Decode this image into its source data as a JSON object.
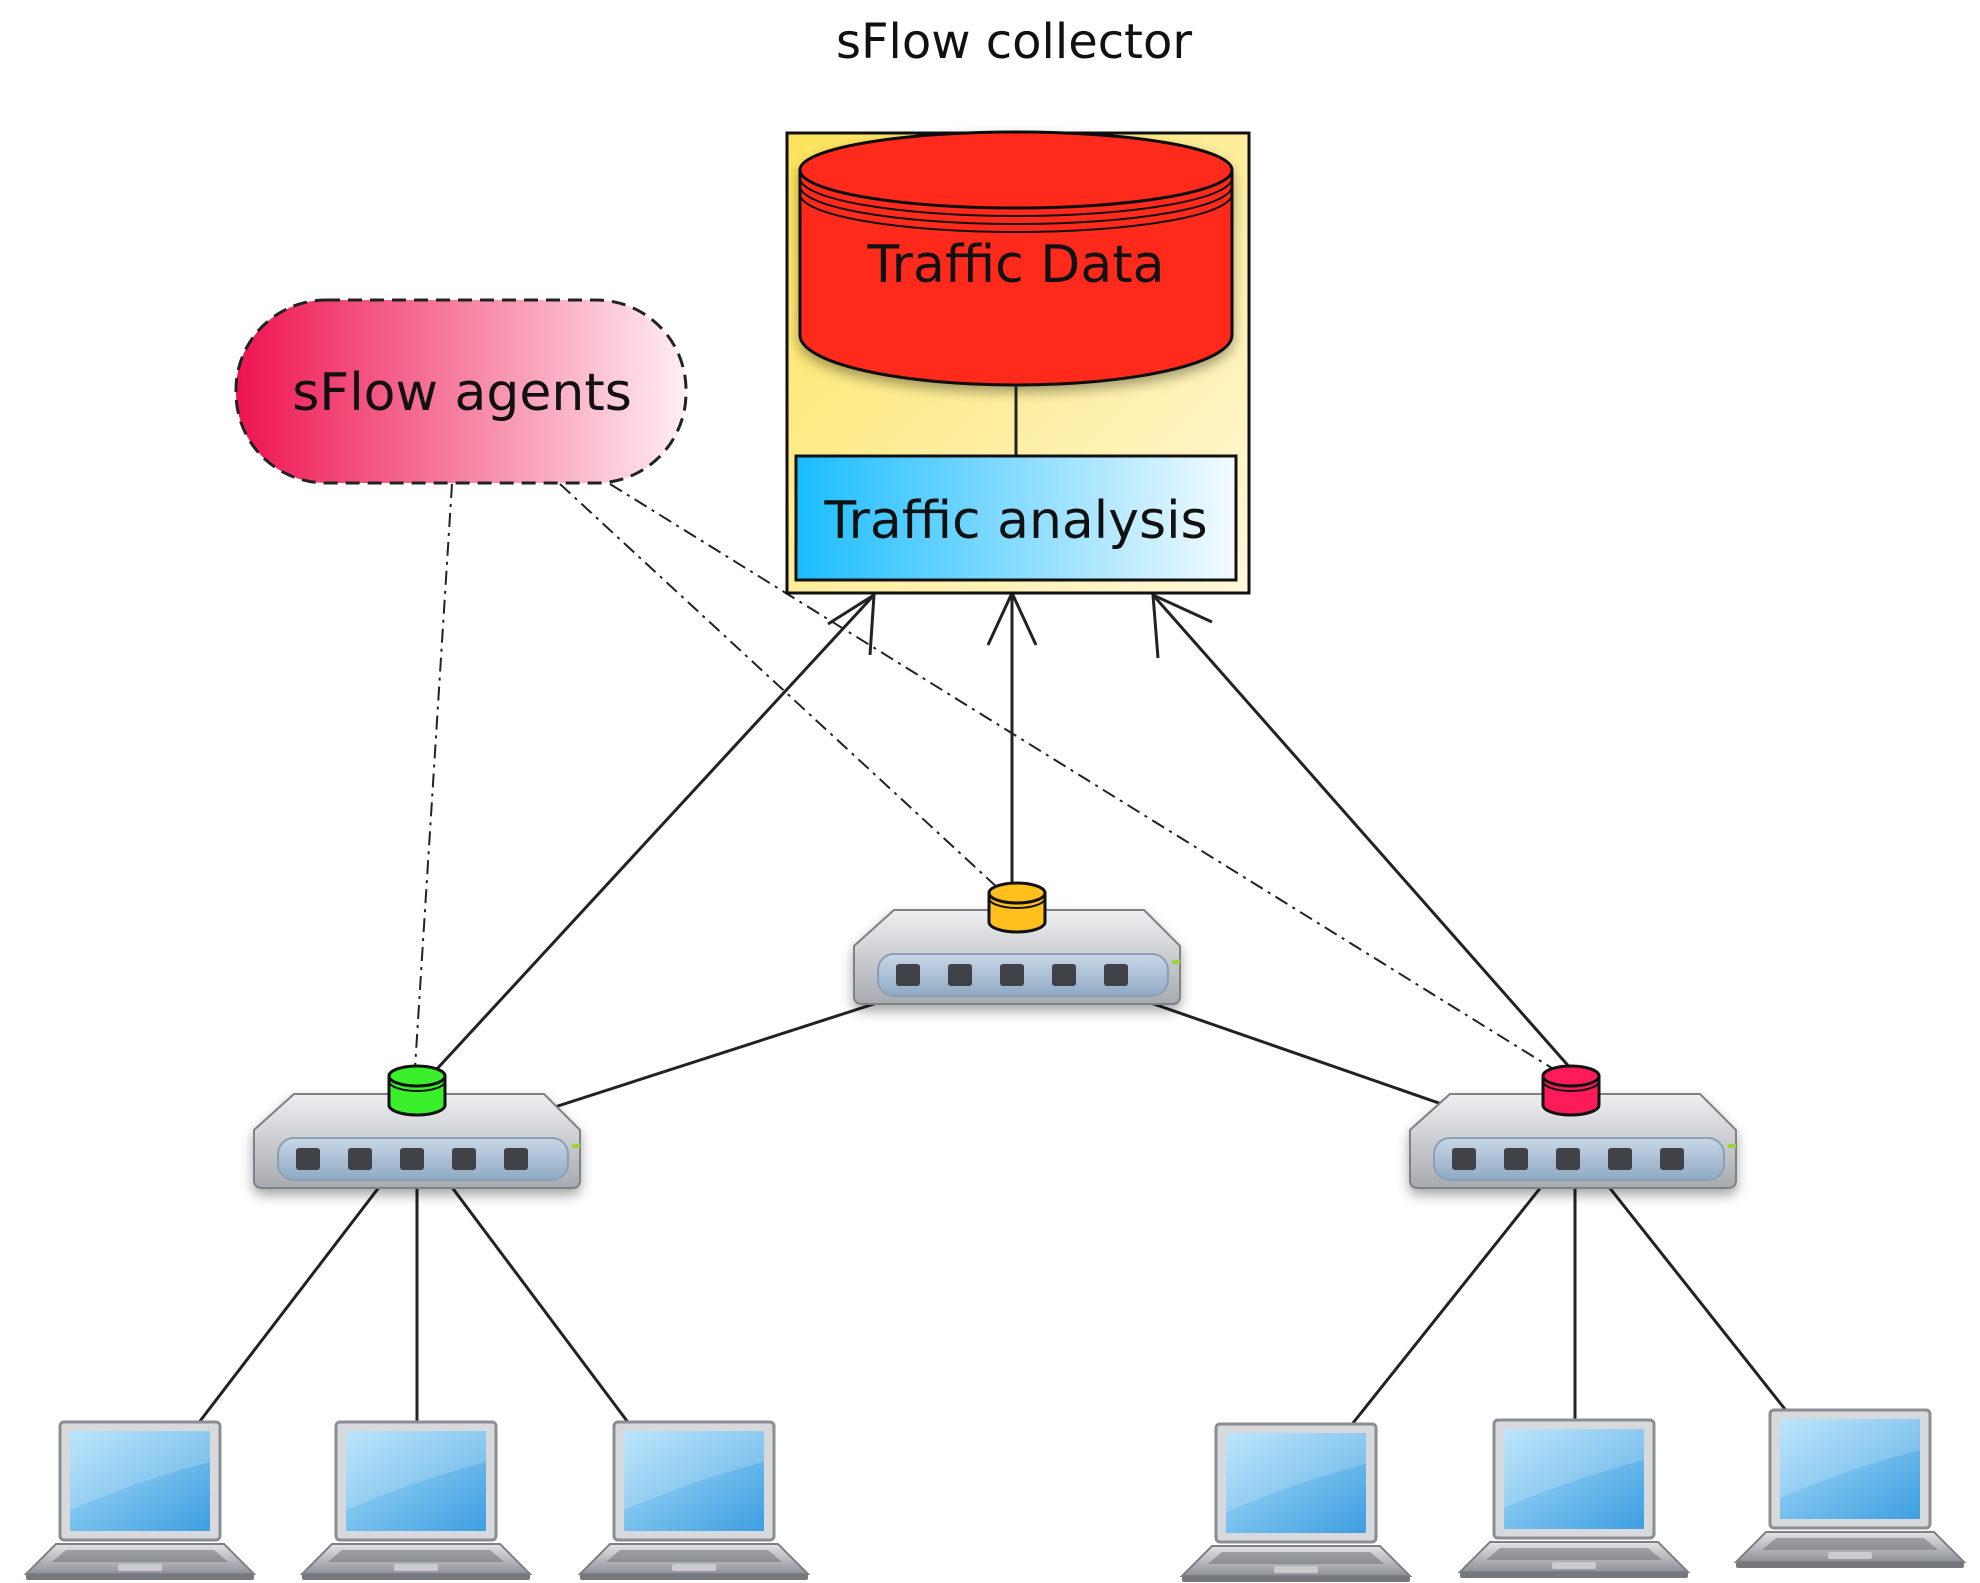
{
  "diagram": {
    "collector_title": "sFlow collector",
    "database_label": "Traffic Data",
    "analysis_label": "Traffic analysis",
    "agents_label": "sFlow agents"
  },
  "colors": {
    "collector_fill_top": "#fde35a",
    "collector_fill_bottom": "#fff7d6",
    "database_fill": "#ff2b1c",
    "analysis_fill_left": "#1bbcff",
    "analysis_fill_right": "#f2fbff",
    "agents_fill_left": "#ee1450",
    "agents_fill_right": "#ffe9ef",
    "agent_green": "#39f02a",
    "agent_yellow": "#ffbf1d",
    "agent_pink": "#ff1a5a",
    "laptop_screen": "#5cb6ee",
    "switch_body": "#b9bbbf"
  },
  "icons": {
    "switch": "network-switch-icon",
    "laptop": "laptop-icon",
    "agent": "sflow-agent-icon",
    "database": "database-cylinder-icon"
  }
}
